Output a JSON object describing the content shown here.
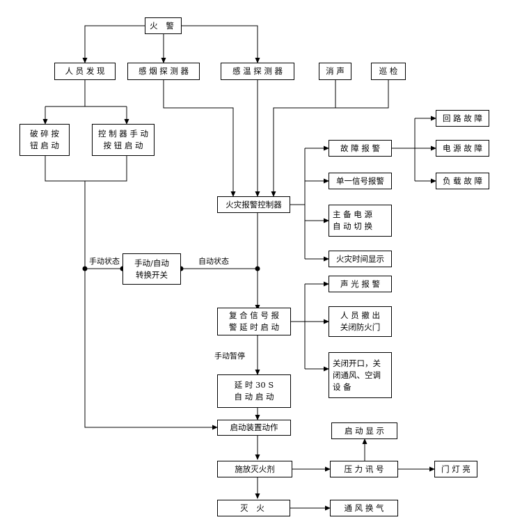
{
  "nodes": {
    "fire": "火 警",
    "person_found": "人 员 发 现",
    "smoke_detector": "感 烟 探 测 器",
    "heat_detector": "感 温 探 测 器",
    "silence": "消 声",
    "patrol": "巡 检",
    "break_button": [
      "破 碎 按",
      "钮 启 动"
    ],
    "controller_manual_button": [
      "控 制 器 手 动",
      "按 钮 启 动"
    ],
    "fault_alarm": "故 障 报 警",
    "loop_fault": "回 路 故 障",
    "power_fault": "电 源 故 障",
    "load_fault": "负 载 故 障",
    "single_signal_alarm": "单一信号报警",
    "fire_controller": "火灾报警控制器",
    "main_power_switch": [
      "主 备 电 源",
      "自 动 切 换"
    ],
    "fire_time_display": "火灾时间显示",
    "manual_auto_switch": [
      "手动/自动",
      "转换开关"
    ],
    "sound_light_alarm": "声 光 报 警",
    "evacuate_close_doors": [
      "人 员 撤 出",
      "关闭防火门"
    ],
    "composite_signal": [
      "复 合 信 号 报",
      "警 延 时 启 动"
    ],
    "close_openings": [
      "关闭开口，关",
      "闭通风、空调",
      "设 备"
    ],
    "delay_30s": [
      "延 时 30 S",
      "自 动 启 动"
    ],
    "start_device": "启动装置动作",
    "start_display": "启 动 显 示",
    "release_agent": "施放灭火剂",
    "pressure_signal": "压 力 讯 号",
    "door_light": "门 灯 亮",
    "extinguish": "灭 火",
    "ventilation": "通 风 换 气"
  },
  "labels": {
    "manual_state": "手动状态",
    "auto_state": "自动状态",
    "manual_pause": "手动暂停"
  }
}
